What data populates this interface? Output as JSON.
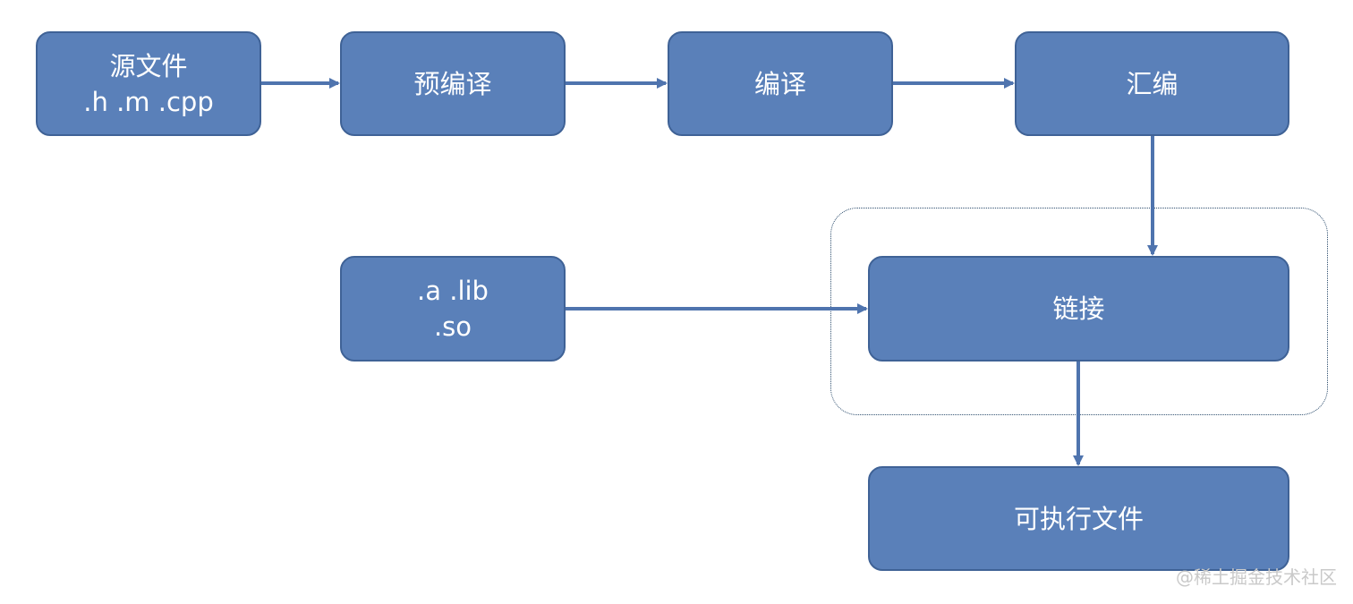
{
  "nodes": {
    "source": {
      "line1": "源文件",
      "line2": ".h .m .cpp"
    },
    "preprocess": {
      "label": "预编译"
    },
    "compile": {
      "label": "编译"
    },
    "assemble": {
      "label": "汇编"
    },
    "libraries": {
      "line1": ".a .lib",
      "line2": ".so"
    },
    "link": {
      "label": "链接"
    },
    "executable": {
      "label": "可执行文件"
    }
  },
  "edges": [
    {
      "from": "source",
      "to": "preprocess"
    },
    {
      "from": "preprocess",
      "to": "compile"
    },
    {
      "from": "compile",
      "to": "assemble"
    },
    {
      "from": "assemble",
      "to": "link"
    },
    {
      "from": "libraries",
      "to": "link"
    },
    {
      "from": "link",
      "to": "executable"
    }
  ],
  "colors": {
    "node_fill": "#5a80b9",
    "node_border": "#3f6296",
    "node_text": "#ffffff",
    "edge": "#4f74ae",
    "group_frame": "#2f4f6f"
  },
  "watermark": "@稀土掘金技术社区"
}
